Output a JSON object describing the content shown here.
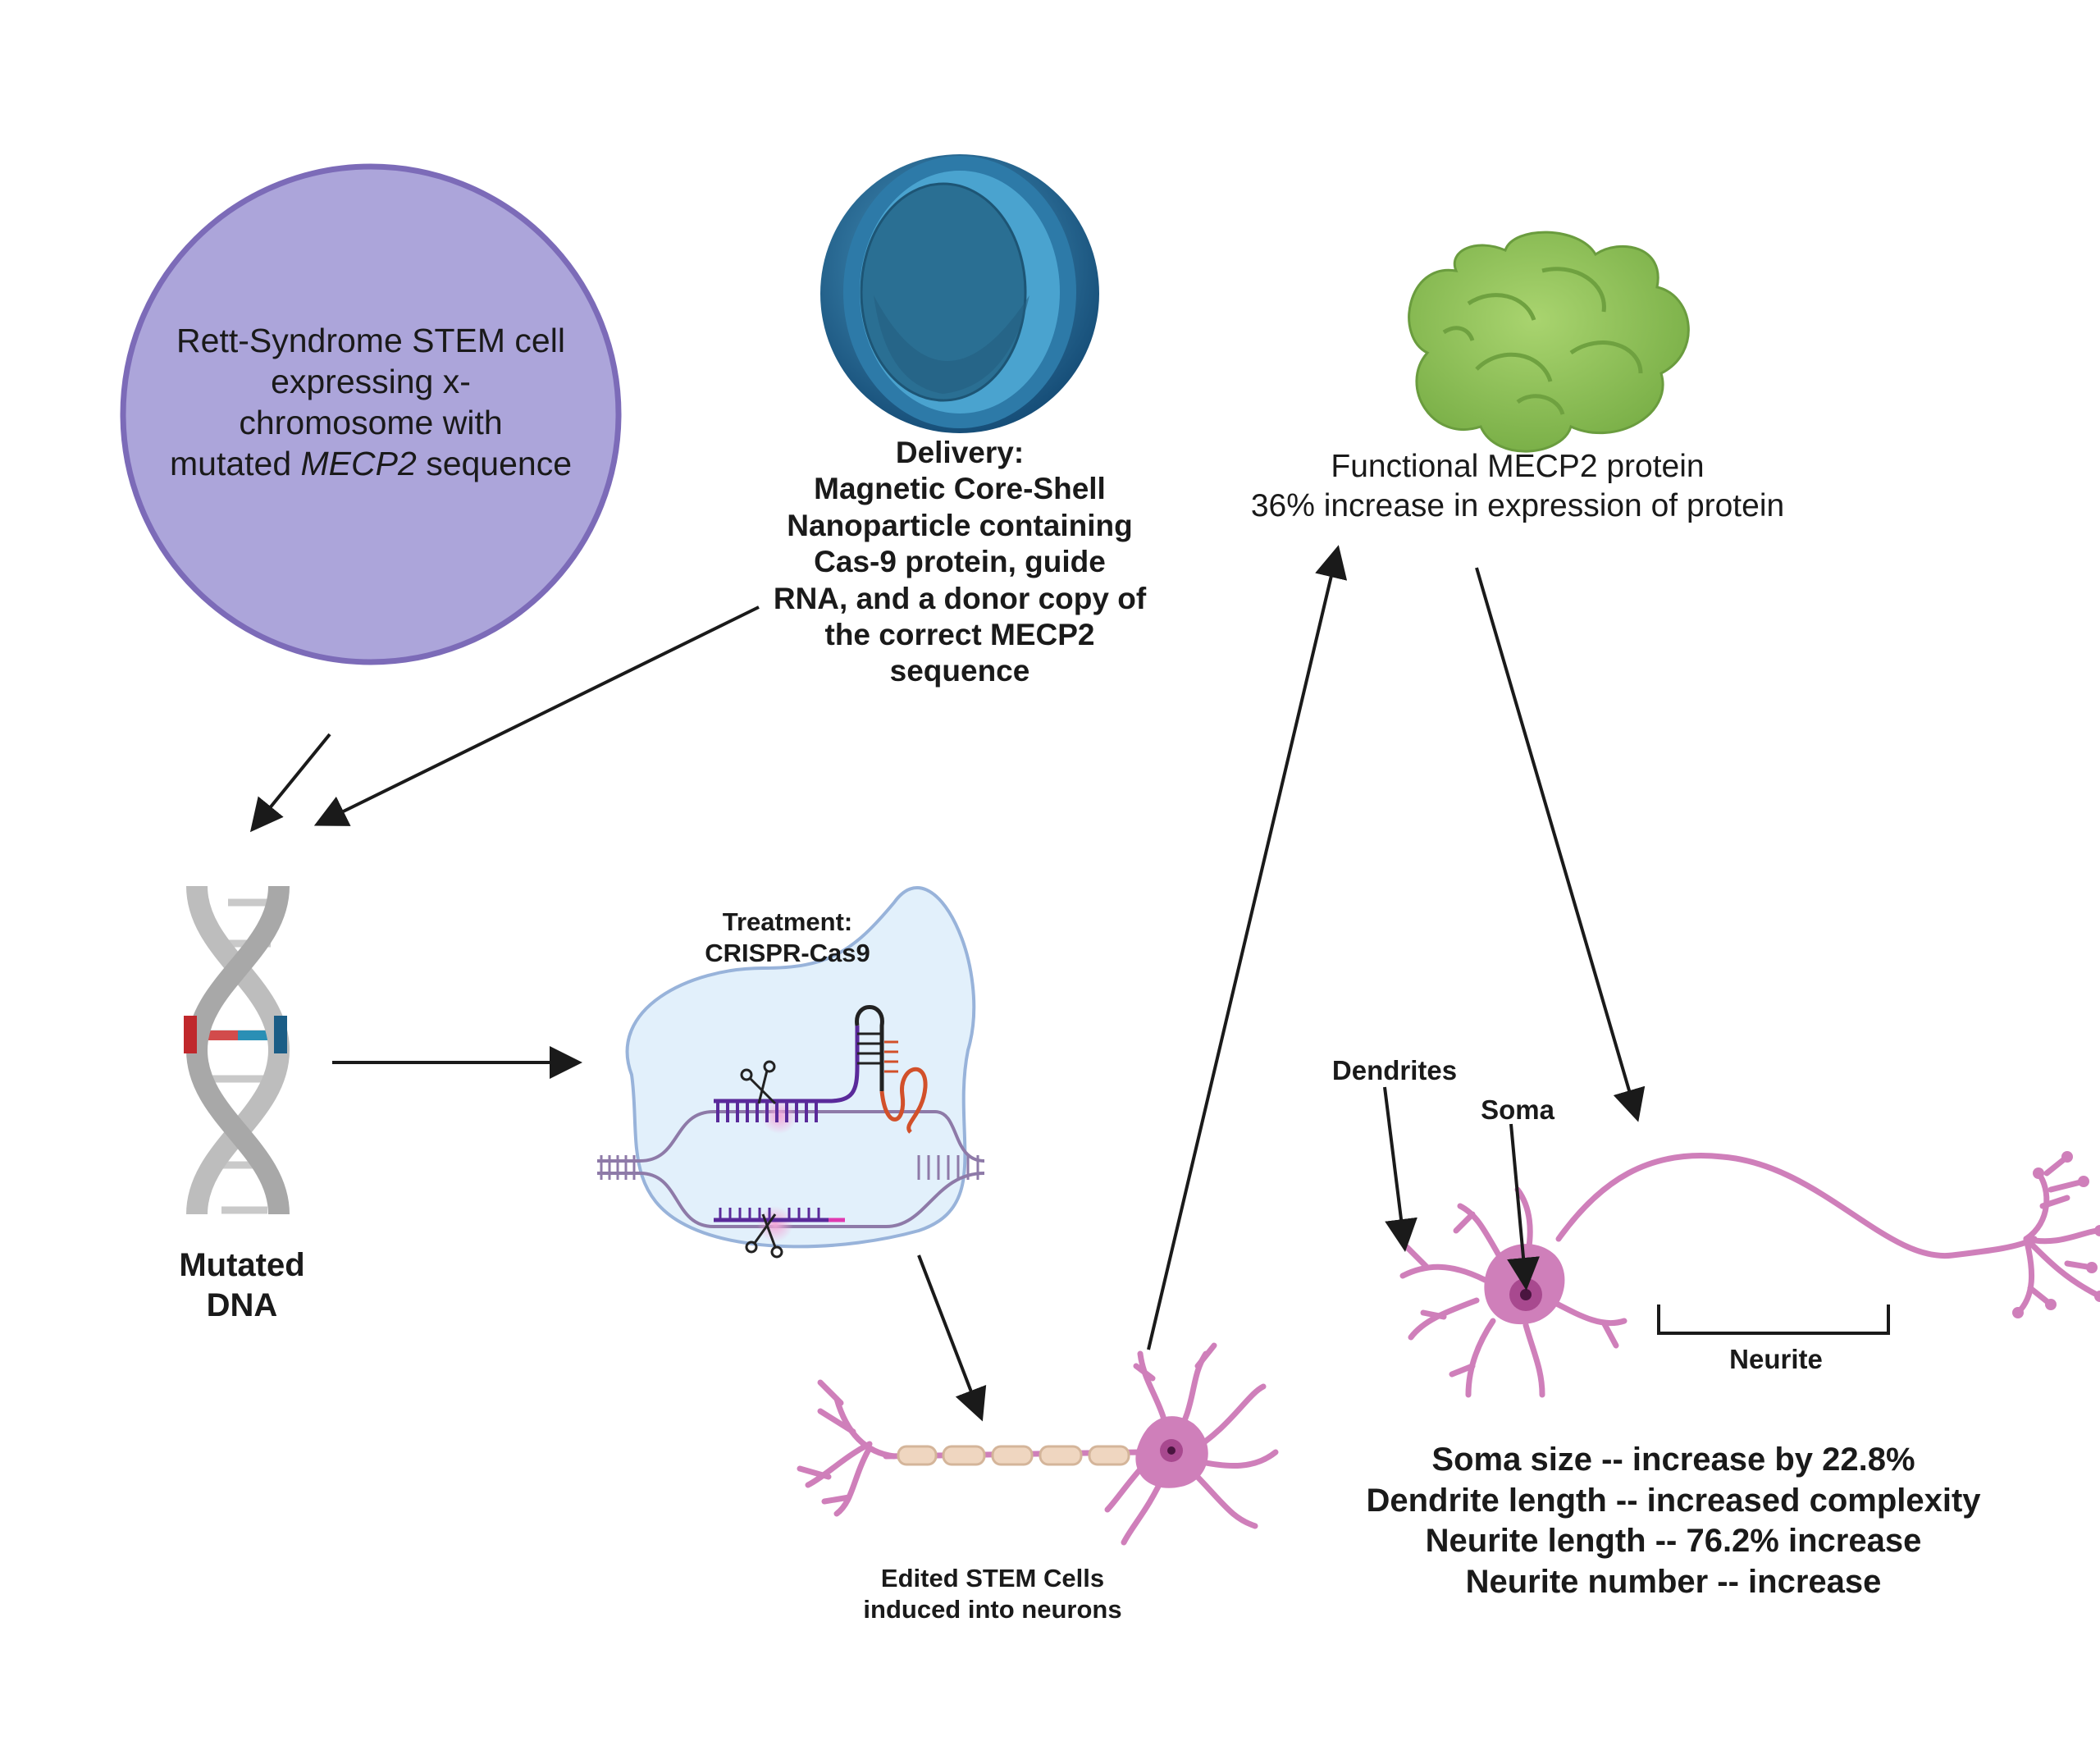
{
  "stem_cell": {
    "line1": "Rett-Syndrome STEM cell",
    "line2": "expressing x-",
    "line3": "chromosome with",
    "line4_prefix": "mutated ",
    "line4_italic": "MECP2",
    "line4_suffix": " sequence",
    "fill": "#aca5da",
    "stroke": "#7c6bb8"
  },
  "delivery": {
    "lines": [
      "Delivery:",
      "Magnetic Core-Shell",
      "Nanoparticle containing",
      "Cas-9 protein, guide",
      "RNA, and a donor copy of",
      "the correct MECP2",
      "sequence"
    ]
  },
  "protein": {
    "line1": "Functional MECP2 protein",
    "line2": "36% increase in expression of protein",
    "color": "#8fc25a"
  },
  "mutated_dna": {
    "line1": "Mutated",
    "line2": "DNA"
  },
  "treatment": {
    "line1": "Treatment:",
    "line2": "CRISPR-Cas9"
  },
  "edited": {
    "line1": "Edited STEM Cells",
    "line2": "induced into neurons"
  },
  "neuron_labels": {
    "dendrites": "Dendrites",
    "soma": "Soma",
    "neurite": "Neurite"
  },
  "results": {
    "line1": "Soma size --  increase by 22.8%",
    "line2": "Dendrite length -- increased complexity",
    "line3": "Neurite length -- 76.2% increase",
    "line4": "Neurite number -- increase"
  },
  "icons": {
    "nanoparticle": "nanoparticle-icon",
    "protein": "protein-icon",
    "dna": "dna-helix-icon",
    "crispr": "crispr-cas9-icon",
    "edited_neuron": "neuron-icon",
    "labeled_neuron": "neuron-icon"
  },
  "colors": {
    "neuron": "#cf7fba",
    "neuron_dark": "#b35a9c",
    "nucleus": "#8a2f78",
    "crispr_cell": "#e2f0fb",
    "crispr_cell_stroke": "#98b3da",
    "nanoparticle_outer": "#1f5f8b",
    "nanoparticle_inner": "#3f8fb8"
  }
}
